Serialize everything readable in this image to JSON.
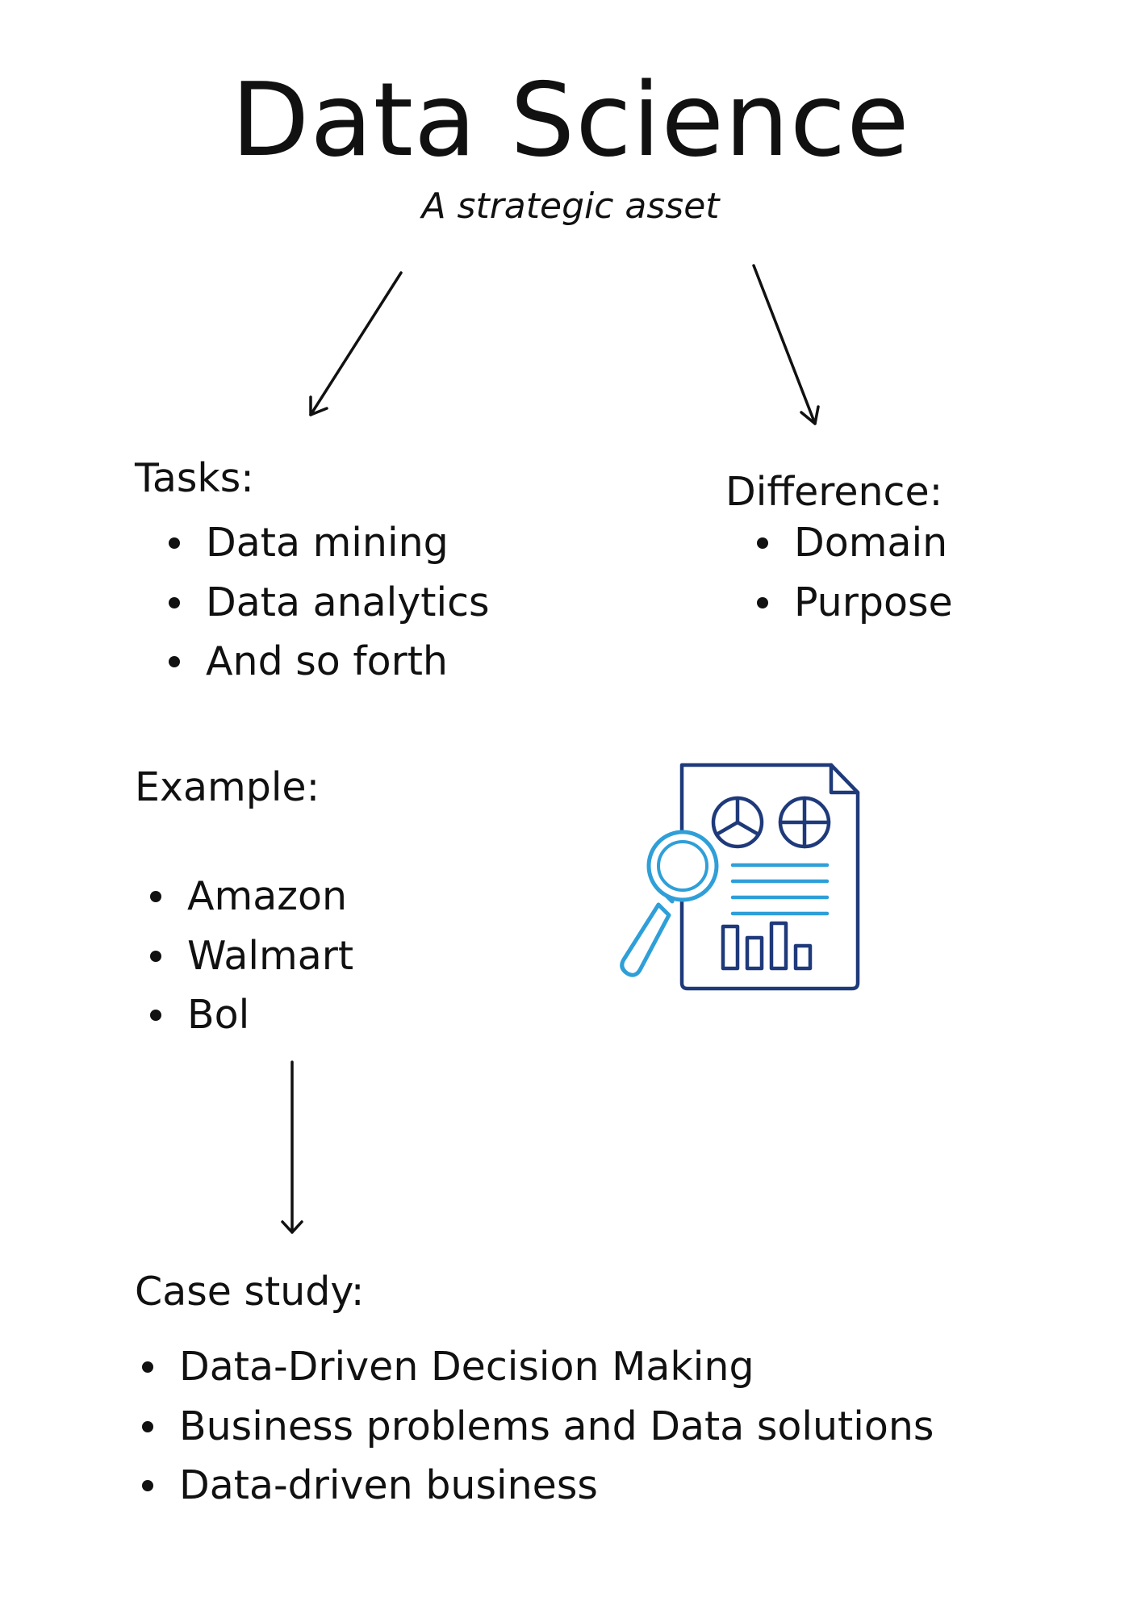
{
  "title": "Data Science",
  "subtitle": "A strategic asset",
  "tasks": {
    "heading": "Tasks:",
    "items": [
      "Data mining",
      "Data analytics",
      "And so forth"
    ]
  },
  "difference": {
    "heading": "Difference:",
    "items": [
      "Domain",
      "Purpose"
    ]
  },
  "example": {
    "heading": "Example:",
    "items": [
      "Amazon",
      "Walmart",
      "Bol"
    ]
  },
  "case_study": {
    "heading": "Case study:",
    "items": [
      "Data-Driven Decision Making",
      "Business problems and Data solutions",
      "Data-driven business"
    ]
  },
  "colors": {
    "text": "#111111",
    "icon_dark_blue": "#1f3a7a",
    "icon_light_blue": "#2f9fd8"
  },
  "icon": "data-report-analysis-icon"
}
